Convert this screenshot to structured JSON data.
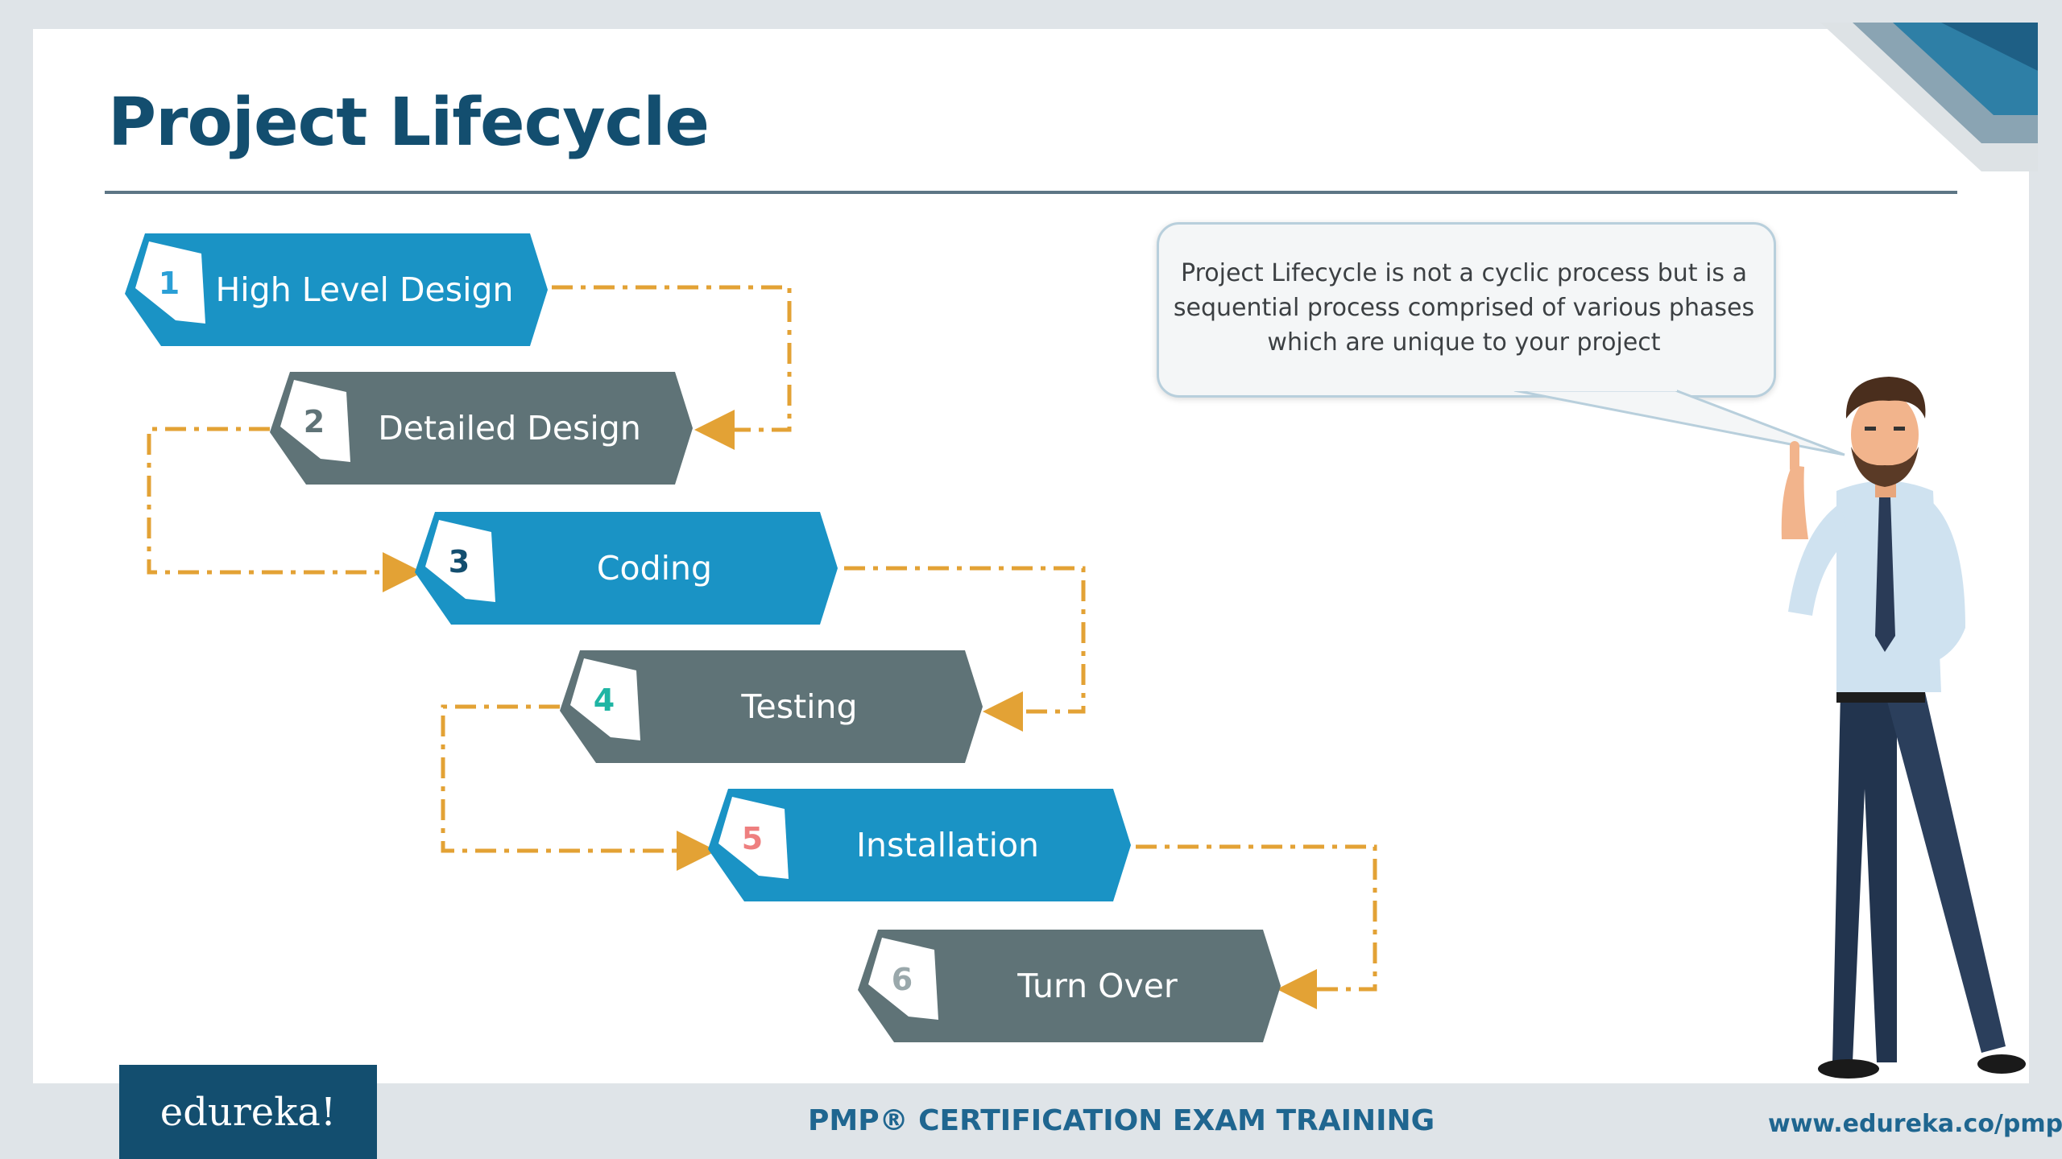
{
  "title": "Project Lifecycle",
  "steps": [
    {
      "number": "1",
      "label": "High Level Design",
      "color": "#1a93c5",
      "number_color": "#2a9fd6"
    },
    {
      "number": "2",
      "label": "Detailed Design",
      "color": "#5f7377",
      "number_color": "#5f7377"
    },
    {
      "number": "3",
      "label": "Coding",
      "color": "#1a93c5",
      "number_color": "#134e6f"
    },
    {
      "number": "4",
      "label": "Testing",
      "color": "#5f7377",
      "number_color": "#1fb5a4"
    },
    {
      "number": "5",
      "label": "Installation",
      "color": "#1a93c5",
      "number_color": "#ee7f7f"
    },
    {
      "number": "6",
      "label": "Turn Over",
      "color": "#5f7377",
      "number_color": "#9aa8ab"
    }
  ],
  "callout": "Project Lifecycle is not a cyclic process but is a sequential process comprised of various phases which are unique to your project",
  "footer": {
    "logo": "edureka!",
    "center": "PMP®  CERTIFICATION EXAM TRAINING",
    "url": "www.edureka.co/pmp"
  },
  "colors": {
    "connector": "#e3a235",
    "title": "#134e6f",
    "footer": "#1f6690"
  }
}
